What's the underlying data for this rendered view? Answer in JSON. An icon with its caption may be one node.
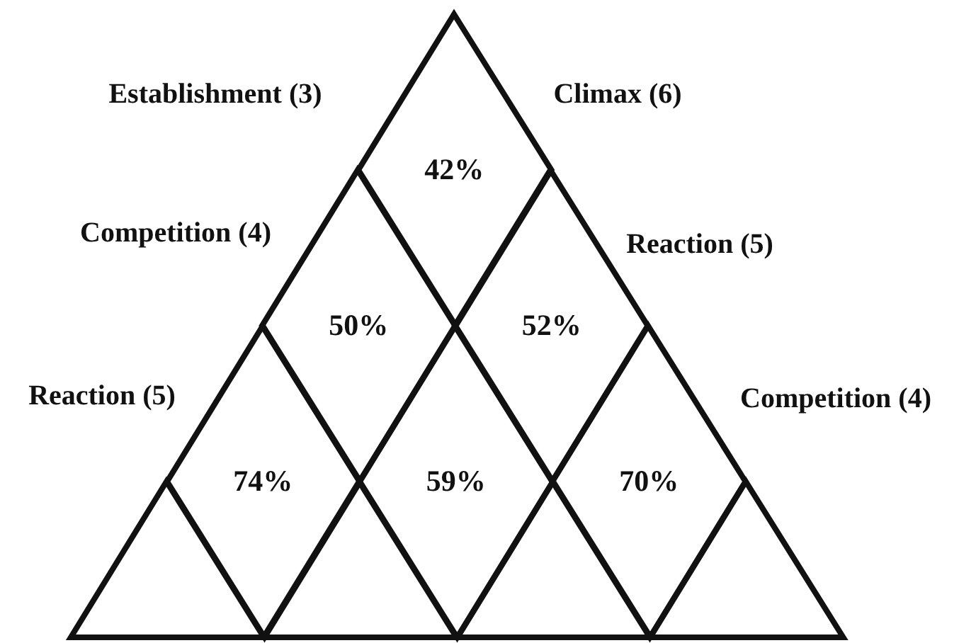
{
  "diagram": {
    "nodes": [
      {
        "text": [
          "42%"
        ]
      },
      {
        "text": [
          "50%"
        ]
      },
      {
        "text": [
          "52%"
        ]
      },
      {
        "text": [
          "74%"
        ]
      },
      {
        "text": [
          "59%"
        ]
      },
      {
        "text": [
          "70%"
        ]
      },
      {
        "text": [],
        "shape": "triangle"
      },
      {
        "text": [],
        "shape": "triangle"
      },
      {
        "text": [],
        "shape": "triangle"
      },
      {
        "text": [],
        "shape": "triangle"
      }
    ],
    "edges": [],
    "labels": [
      "Establishment (3)",
      "Climax (6)",
      "Competition (4)",
      "Reaction (5)",
      "Reaction (5)",
      "Competition (4)"
    ]
  }
}
